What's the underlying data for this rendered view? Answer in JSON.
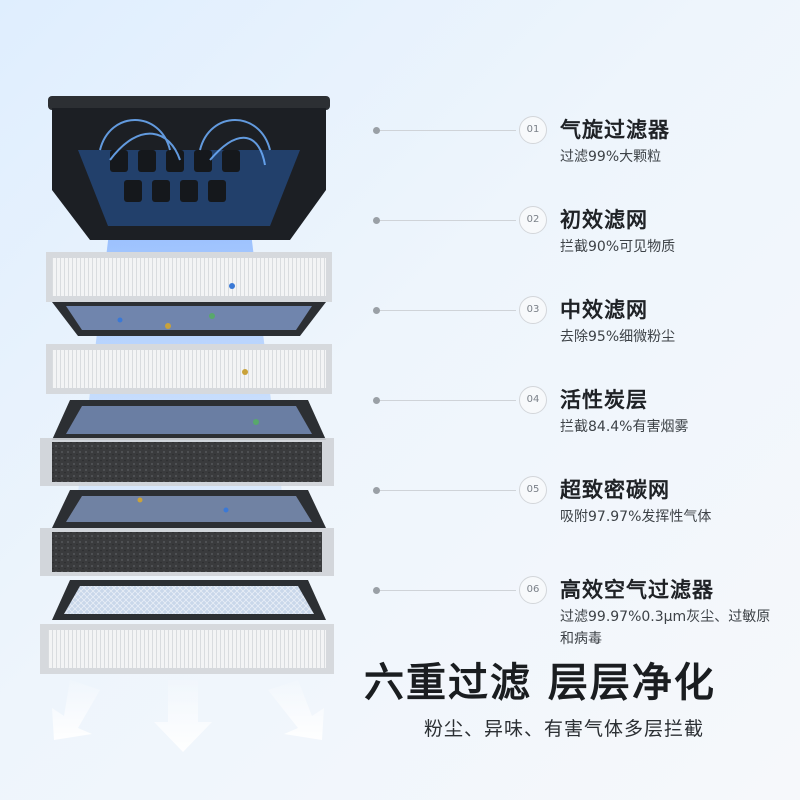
{
  "layers": [
    {
      "num": "01",
      "title": "气旋过滤器",
      "desc": "过滤99%大颗粒"
    },
    {
      "num": "02",
      "title": "初效滤网",
      "desc": "拦截90%可见物质"
    },
    {
      "num": "03",
      "title": "中效滤网",
      "desc": "去除95%细微粉尘"
    },
    {
      "num": "04",
      "title": "活性炭层",
      "desc": "拦截84.4%有害烟雾"
    },
    {
      "num": "05",
      "title": "超致密碳网",
      "desc": "吸附97.97%发挥性气体"
    },
    {
      "num": "06",
      "title": "高效空气过滤器",
      "desc": "过滤99.97%0.3μm灰尘、过敏原和病毒"
    }
  ],
  "headline": "六重过滤 层层净化",
  "subline": "粉尘、异味、有害气体多层拦截",
  "colors": {
    "accent": "#2f7df0",
    "dark": "#1c1f24",
    "filter_white": "#f2f3f4",
    "carbon": "#3a3b3d"
  }
}
